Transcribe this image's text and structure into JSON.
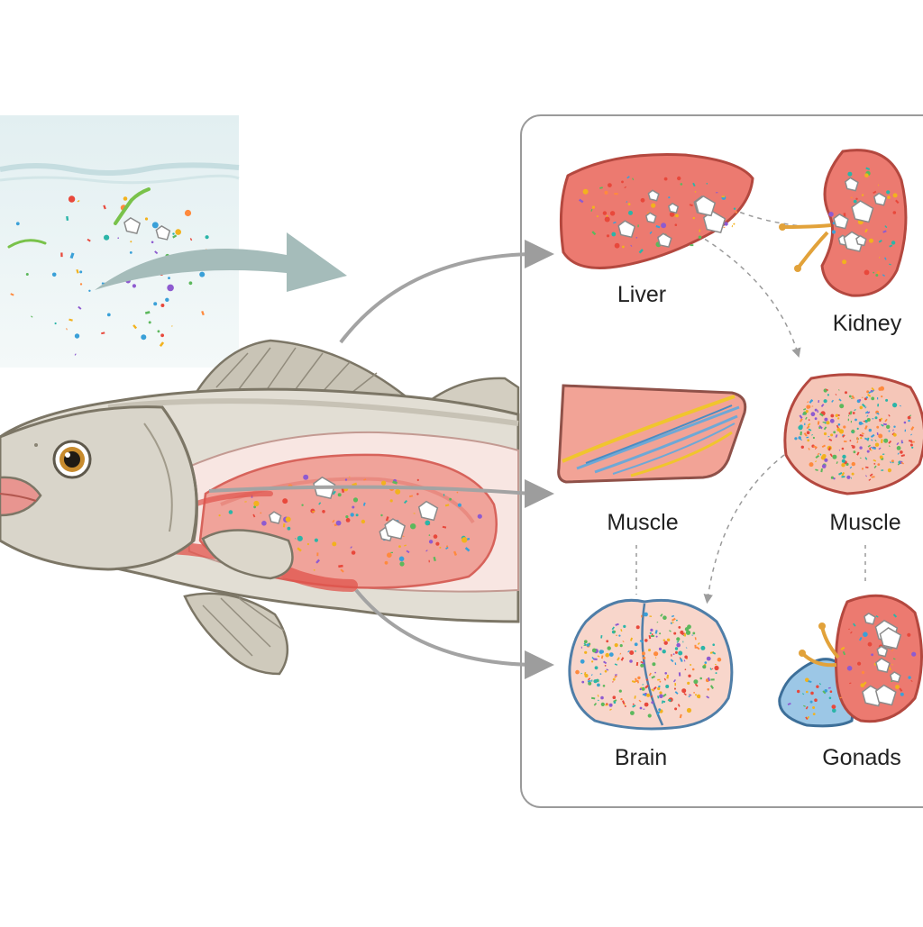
{
  "diagram": {
    "organs": [
      {
        "id": "liver",
        "label": "Liver"
      },
      {
        "id": "kidney",
        "label": "Kidney"
      },
      {
        "id": "muscle-left",
        "label": "Muscle"
      },
      {
        "id": "muscle-right",
        "label": "Muscle"
      },
      {
        "id": "brain",
        "label": "Brain"
      },
      {
        "id": "gonads",
        "label": "Gonads"
      }
    ],
    "colors": {
      "water": "#e6f1f2",
      "organ_red": "#e9736b",
      "organ_pink": "#f3b0a3",
      "fish_body": "#e1ddd3",
      "fish_outline": "#8a8474",
      "arrow_gray": "#a3a3a3",
      "arrow_teal": "#9fb7b5",
      "panel_border": "#9a9a9a",
      "gonad_blue": "#9cc7e6"
    },
    "particle_colors": [
      "#e8483b",
      "#f2b21e",
      "#3aa0d8",
      "#5cb85c",
      "#8e5bd0",
      "#ff8a3d",
      "#2bb5a8"
    ]
  }
}
